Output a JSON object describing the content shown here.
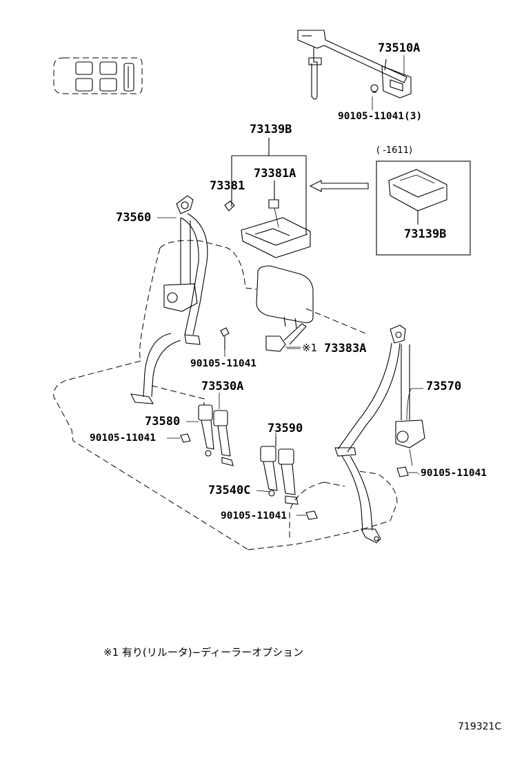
{
  "parts": {
    "p73510A": "73510A",
    "p90105_top": "90105-11041(3)",
    "p73139B_top": "73139B",
    "p73381": "73381",
    "p73381A": "73381A",
    "p73560": "73560",
    "p73139B_box": "73139B",
    "p90105_left": "90105-11041",
    "p73383A": "73383A",
    "p73530A": "73530A",
    "p73570": "73570",
    "p73580": "73580",
    "p90105_mid": "90105-11041",
    "p73590": "73590",
    "p90105_right": "90105-11041",
    "p73540C": "73540C",
    "p90105_bottom": "90105-11041"
  },
  "box_note": "(        -1611)",
  "marker": "※1",
  "footnote": "※1  有り(リルータ)−ディーラーオプション",
  "figure_code": "719321C"
}
